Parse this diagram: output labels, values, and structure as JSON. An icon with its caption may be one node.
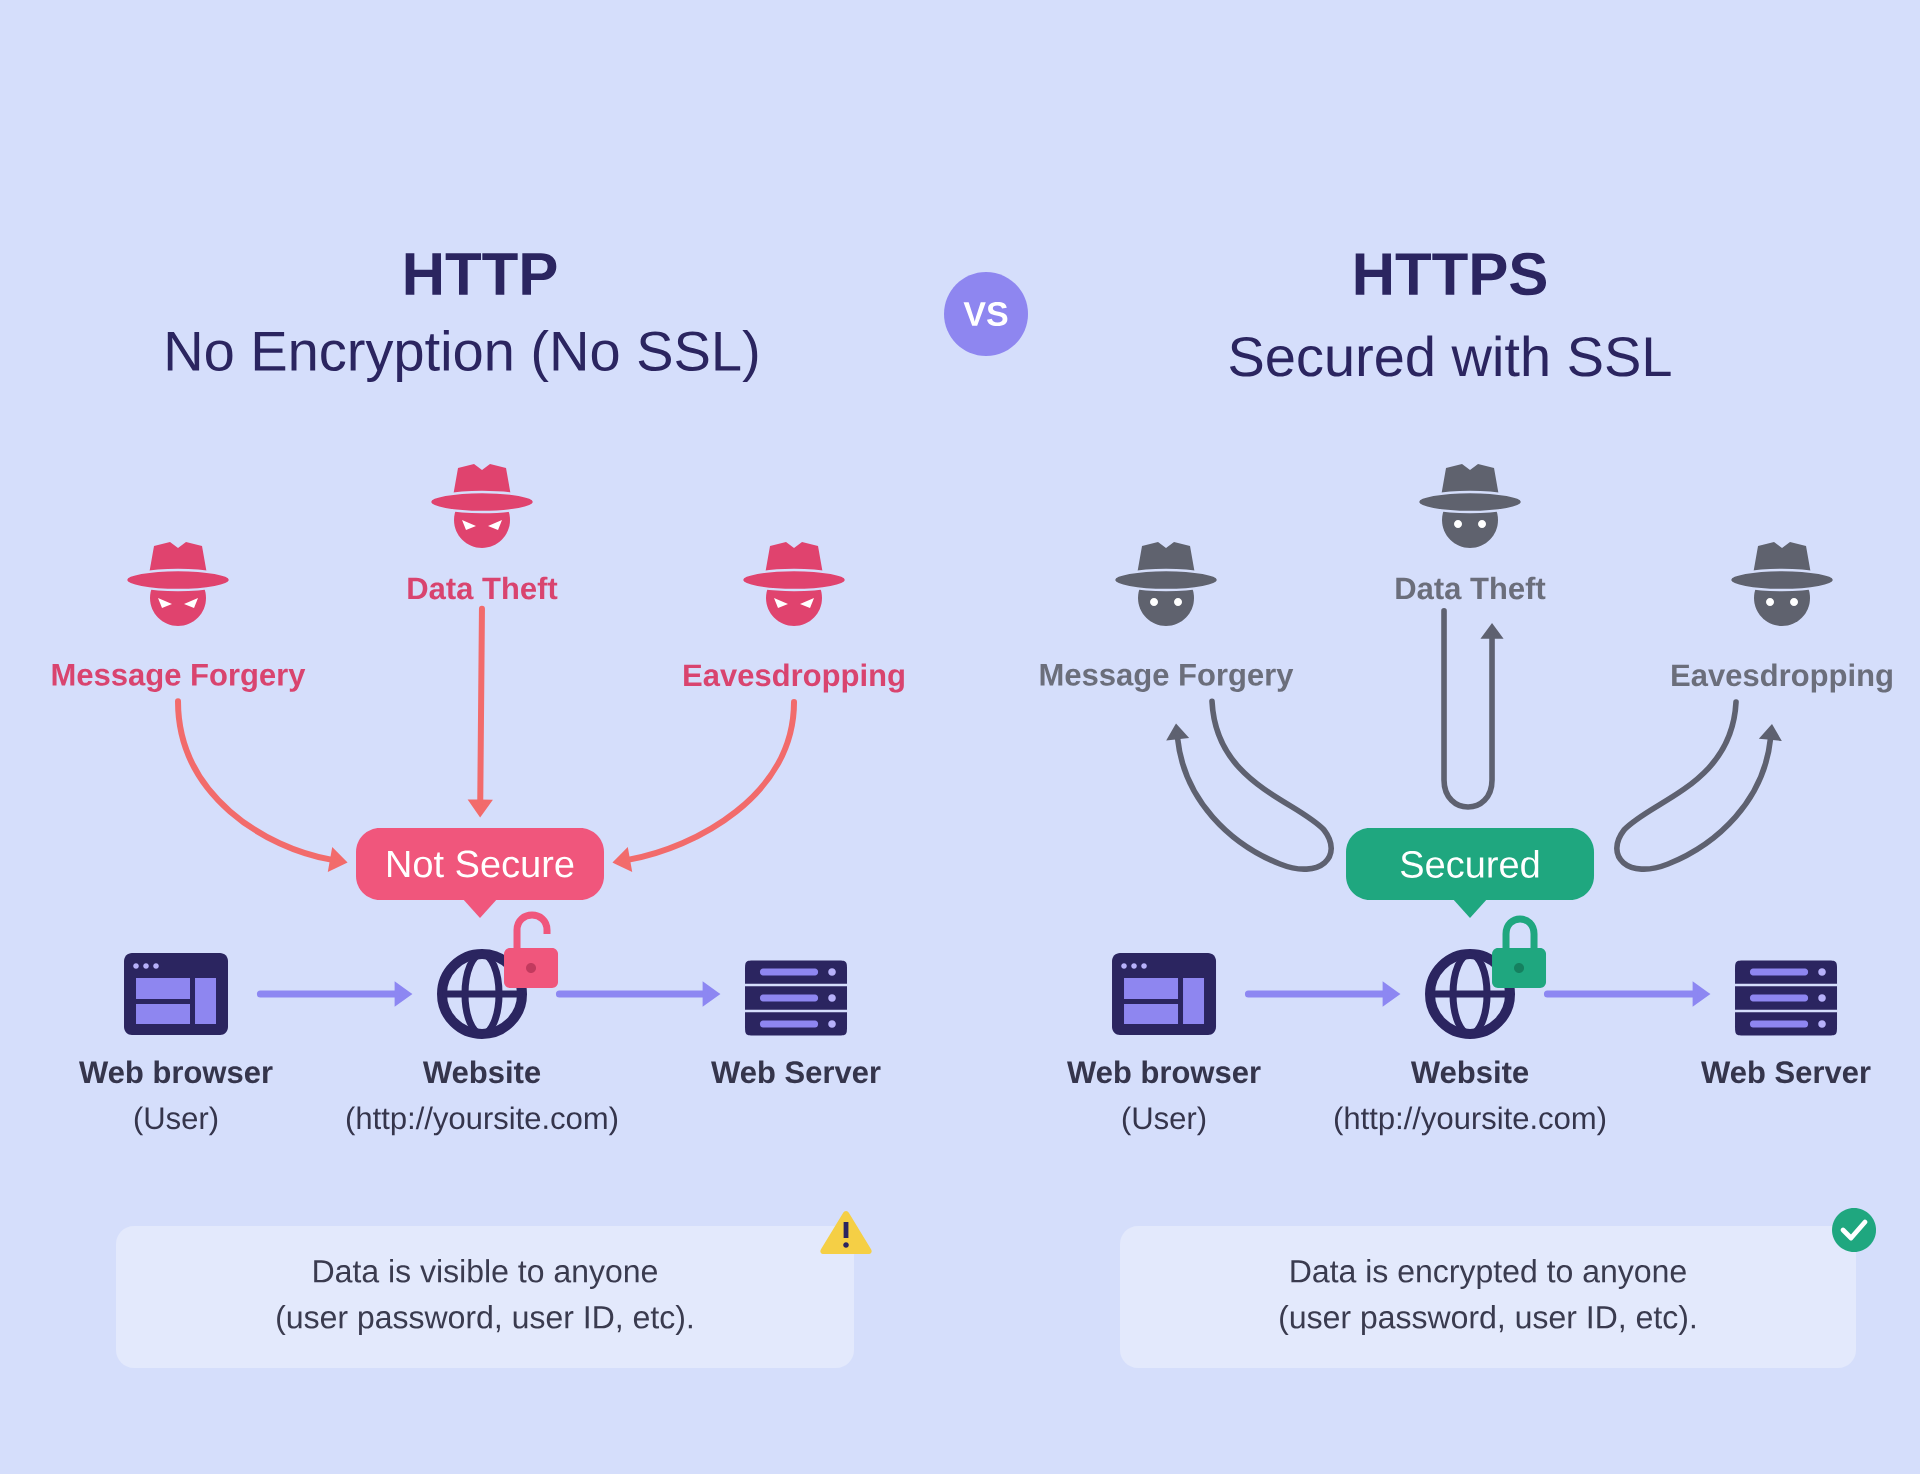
{
  "diagram": {
    "nodes": [
      {
        "text": [
          "VS"
        ]
      },
      {
        "text": [
          "Message Forgery"
        ]
      },
      {
        "text": [
          "Data Theft"
        ]
      },
      {
        "text": [
          "Eavesdropping"
        ]
      },
      {
        "text": [
          "Not Secure"
        ]
      },
      {
        "text": [
          "Web browser",
          "(User)"
        ]
      },
      {
        "text": [
          "Website",
          "(http://yoursite.com)"
        ]
      },
      {
        "text": [
          "Web Server"
        ]
      },
      {
        "text": [
          "Data is visible to anyone (user password, user ID, etc)."
        ]
      },
      {
        "text": [
          "Message Forgery"
        ]
      },
      {
        "text": [
          "Data Theft"
        ]
      },
      {
        "text": [
          "Eavesdropping"
        ]
      },
      {
        "text": [
          "Secured"
        ]
      },
      {
        "text": [
          "Web browser",
          "(User)"
        ]
      },
      {
        "text": [
          "Website",
          "(http://yoursite.com)"
        ]
      },
      {
        "text": [
          "Web Server"
        ]
      },
      {
        "text": [
          "Data is encrypted to anyone (user password, user ID, etc)."
        ]
      }
    ],
    "edges": [
      {
        "from": 1,
        "to": 4,
        "arrow": "to",
        "color": "#f26b6b"
      },
      {
        "from": 2,
        "to": 4,
        "arrow": "to",
        "color": "#f26b6b"
      },
      {
        "from": 3,
        "to": 4,
        "arrow": "to",
        "color": "#f26b6b"
      },
      {
        "from": 5,
        "to": 6,
        "arrow": "to"
      },
      {
        "from": 6,
        "to": 7,
        "arrow": "to"
      },
      {
        "from": 9,
        "to": 9,
        "arrow": "to",
        "color": "#5e6170"
      },
      {
        "from": 10,
        "to": 10,
        "arrow": "to",
        "color": "#5e6170"
      },
      {
        "from": 11,
        "to": 11,
        "arrow": "to",
        "color": "#5e6170"
      },
      {
        "from": 13,
        "to": 14,
        "arrow": "to"
      },
      {
        "from": 14,
        "to": 15,
        "arrow": "to"
      }
    ],
    "labels": [
      "HTTP",
      "No Encryption (No SSL)",
      "HTTPS",
      "Secured with SSL"
    ]
  }
}
